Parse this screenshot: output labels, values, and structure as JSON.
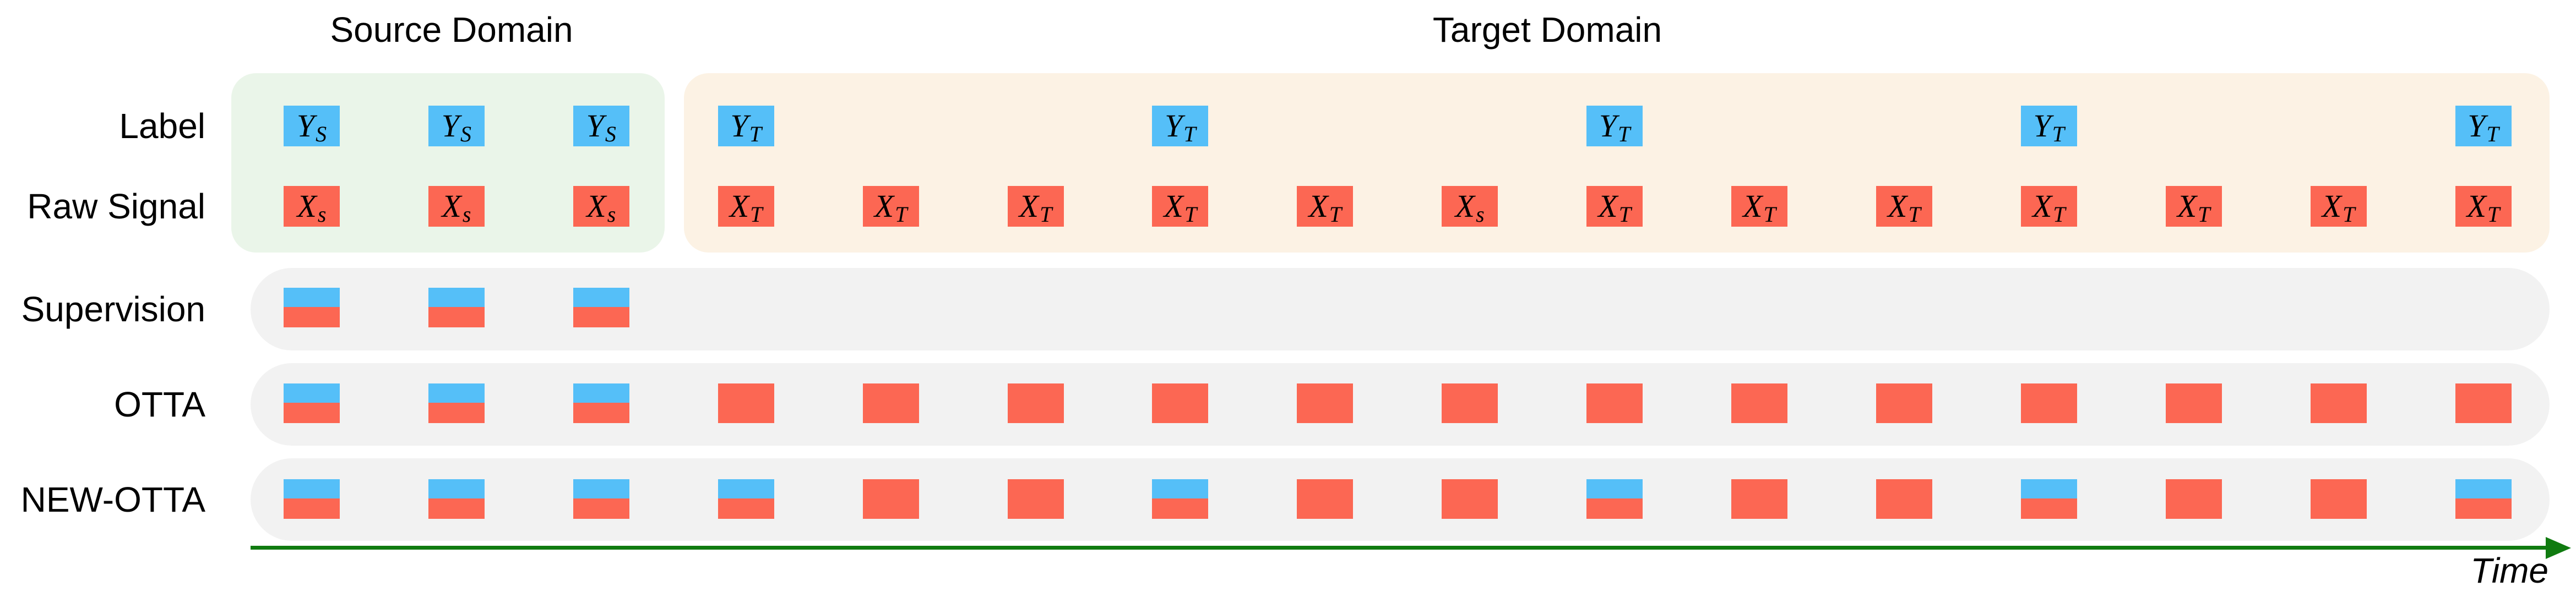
{
  "titles": {
    "source": "Source Domain",
    "target": "Target Domain"
  },
  "rows": {
    "label": "Label",
    "raw": "Raw Signal",
    "supervision": "Supervision",
    "otta": "OTTA",
    "new_otta": "NEW-OTTA"
  },
  "time_label": "Time",
  "colors": {
    "label_blue": "#55BFF8",
    "signal_red": "#FC6753",
    "source_bg": "#EAF5E9",
    "target_bg": "#FCF2E4",
    "track_bg": "#F2F2F2",
    "axis_green": "#107B10"
  },
  "legend": {
    "stacked_meaning": "label+signal",
    "red_meaning": "signal"
  },
  "slots": [
    {
      "index": 0,
      "domain": "source",
      "label": {
        "base": "Y",
        "sub": "S"
      },
      "raw": {
        "base": "X",
        "sub": "s"
      },
      "supervision": "label+signal",
      "otta": "label+signal",
      "new_otta": "label+signal"
    },
    {
      "index": 1,
      "domain": "source",
      "label": {
        "base": "Y",
        "sub": "S"
      },
      "raw": {
        "base": "X",
        "sub": "s"
      },
      "supervision": "label+signal",
      "otta": "label+signal",
      "new_otta": "label+signal"
    },
    {
      "index": 2,
      "domain": "source",
      "label": {
        "base": "Y",
        "sub": "S"
      },
      "raw": {
        "base": "X",
        "sub": "s"
      },
      "supervision": "label+signal",
      "otta": "label+signal",
      "new_otta": "label+signal"
    },
    {
      "index": 3,
      "domain": "target",
      "label": {
        "base": "Y",
        "sub": "T"
      },
      "raw": {
        "base": "X",
        "sub": "T"
      },
      "supervision": null,
      "otta": "signal",
      "new_otta": "label+signal"
    },
    {
      "index": 4,
      "domain": "target",
      "label": null,
      "raw": {
        "base": "X",
        "sub": "T"
      },
      "supervision": null,
      "otta": "signal",
      "new_otta": "signal"
    },
    {
      "index": 5,
      "domain": "target",
      "label": null,
      "raw": {
        "base": "X",
        "sub": "T"
      },
      "supervision": null,
      "otta": "signal",
      "new_otta": "signal"
    },
    {
      "index": 6,
      "domain": "target",
      "label": {
        "base": "Y",
        "sub": "T"
      },
      "raw": {
        "base": "X",
        "sub": "T"
      },
      "supervision": null,
      "otta": "signal",
      "new_otta": "label+signal"
    },
    {
      "index": 7,
      "domain": "target",
      "label": null,
      "raw": {
        "base": "X",
        "sub": "T"
      },
      "supervision": null,
      "otta": "signal",
      "new_otta": "signal"
    },
    {
      "index": 8,
      "domain": "target",
      "label": null,
      "raw": {
        "base": "X",
        "sub": "s"
      },
      "supervision": null,
      "otta": "signal",
      "new_otta": "signal"
    },
    {
      "index": 9,
      "domain": "target",
      "label": {
        "base": "Y",
        "sub": "T"
      },
      "raw": {
        "base": "X",
        "sub": "T"
      },
      "supervision": null,
      "otta": "signal",
      "new_otta": "label+signal"
    },
    {
      "index": 10,
      "domain": "target",
      "label": null,
      "raw": {
        "base": "X",
        "sub": "T"
      },
      "supervision": null,
      "otta": "signal",
      "new_otta": "signal"
    },
    {
      "index": 11,
      "domain": "target",
      "label": null,
      "raw": {
        "base": "X",
        "sub": "T"
      },
      "supervision": null,
      "otta": "signal",
      "new_otta": "signal"
    },
    {
      "index": 12,
      "domain": "target",
      "label": {
        "base": "Y",
        "sub": "T"
      },
      "raw": {
        "base": "X",
        "sub": "T"
      },
      "supervision": null,
      "otta": "signal",
      "new_otta": "label+signal"
    },
    {
      "index": 13,
      "domain": "target",
      "label": null,
      "raw": {
        "base": "X",
        "sub": "T"
      },
      "supervision": null,
      "otta": "signal",
      "new_otta": "signal"
    },
    {
      "index": 14,
      "domain": "target",
      "label": null,
      "raw": {
        "base": "X",
        "sub": "T"
      },
      "supervision": null,
      "otta": "signal",
      "new_otta": "signal"
    },
    {
      "index": 15,
      "domain": "target",
      "label": {
        "base": "Y",
        "sub": "T"
      },
      "raw": {
        "base": "X",
        "sub": "T"
      },
      "supervision": null,
      "otta": "signal",
      "new_otta": "label+signal"
    }
  ]
}
